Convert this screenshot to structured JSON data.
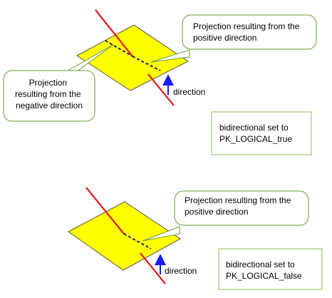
{
  "top_diagram": {
    "callout_positive": [
      "Projection resulting from the",
      "positive direction"
    ],
    "callout_negative": [
      "Projection",
      "resulting from the",
      "negative direction"
    ],
    "direction_label": "direction",
    "setting_box": [
      "bidirectional set to",
      "PK_LOGICAL_true"
    ]
  },
  "bottom_diagram": {
    "callout_positive": [
      "Projection resulting from the",
      "positive direction"
    ],
    "direction_label": "direction",
    "setting_box": [
      "bidirectional set to",
      "PK_LOGICAL_false"
    ]
  },
  "colors": {
    "plane_fill": "#ffff00",
    "plane_stroke": "#555555",
    "line": "#ee0000",
    "projection": "#1a237e",
    "arrow": "#1a1aff",
    "callout_stroke": "#6a9a3a",
    "box_stroke": "#8dbb5a"
  }
}
